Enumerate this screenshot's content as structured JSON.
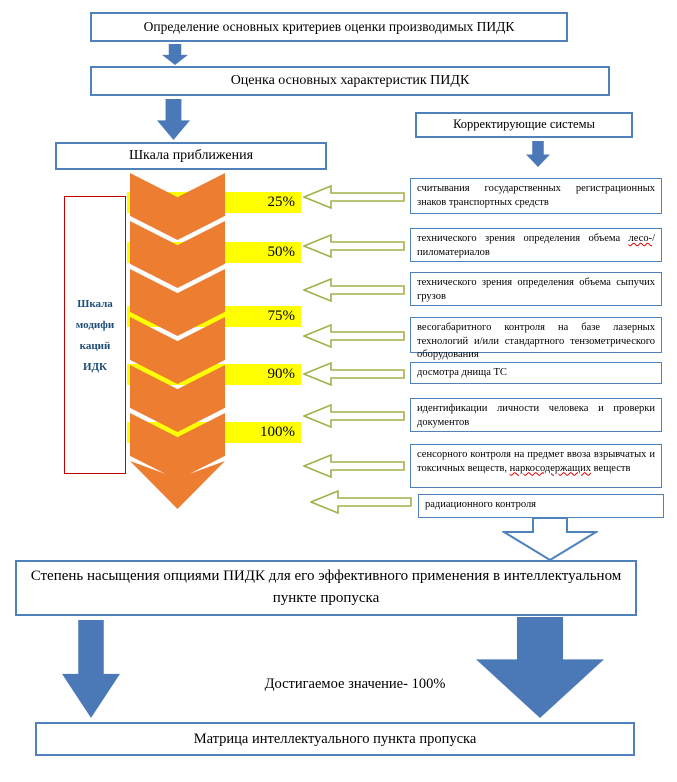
{
  "colors": {
    "box_border": "#4f81bd",
    "arrow_fill": "#4b79b7",
    "chevron": "#ed7d31",
    "highlight": "#ffff00",
    "red_border": "#c00000",
    "open_arrow": "#a3b04a",
    "side_text": "#1f4e79"
  },
  "top": {
    "box1": "Определение основных критериев оценки производимых ПИДК",
    "box2": "Оценка основных характеристик ПИДК"
  },
  "right_flow": {
    "header": "Корректирующие системы",
    "options": [
      {
        "text": "считывания государственных регистрационных знаков транспортных средств"
      },
      {
        "prefix": "технического зрения определения объема ",
        "marked": "лесо-",
        "suffix": "/пиломатериалов"
      },
      {
        "text": "технического зрения определения объема сыпучих грузов"
      },
      {
        "text": "весогабаритного контроля на базе лазерных технологий и/или стандартного тензометрического оборудования"
      },
      {
        "text": "досмотра днища ТС"
      },
      {
        "text": "идентификации личности человека и проверки документов"
      },
      {
        "prefix": "сенсорного контроля на предмет ввоза взрывчатых и токсичных веществ, ",
        "marked": "наркосодержащих",
        "suffix": " веществ"
      },
      {
        "text": "радиационного контроля"
      }
    ]
  },
  "left_flow": {
    "scale_title": "Шкала приближения",
    "side_label_lines": [
      "Шкала",
      "модифи",
      "каций",
      "ИДК"
    ],
    "percentages": [
      "25%",
      "50%",
      "75%",
      "90%",
      "100%"
    ]
  },
  "bottom": {
    "saturation": "Степень насыщения опциями ПИДК для его эффективного применения в интеллектуальном пункте пропуска",
    "achieved": "Достигаемое значение- 100%",
    "matrix": "Матрица интеллектуального пункта пропуска"
  }
}
